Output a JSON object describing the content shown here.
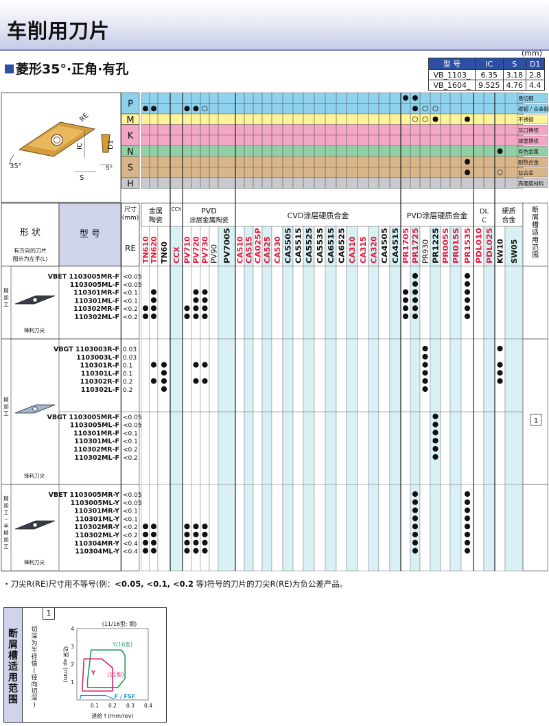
{
  "page_title": "车削用刀片",
  "subtitle": "菱形35°·正角·有孔",
  "dims_table": {
    "unit": "(mm)",
    "headers": [
      "型 号",
      "IC",
      "S",
      "D1"
    ],
    "rows": [
      [
        "VB_1103_",
        "6.35",
        "3.18",
        "2.8"
      ],
      [
        "VB_1604_",
        "9.525",
        "4.76",
        "4.4"
      ]
    ]
  },
  "diagram_labels": {
    "re": "RE",
    "ic": "IC",
    "s": "S",
    "d1": "D1",
    "angle": "35°",
    "relief": "5°"
  },
  "workpiece_groups": [
    {
      "letter": "P",
      "color": "#8fd2ee",
      "rows": [
        {
          "label": "易切钢"
        },
        {
          "label": "碳钢 / 合金钢"
        }
      ]
    },
    {
      "letter": "M",
      "color": "#fdf39a",
      "rows": [
        {
          "label": "不锈钢"
        }
      ]
    },
    {
      "letter": "K",
      "color": "#f3a6c6",
      "rows": [
        {
          "label": "灰口铸铁"
        },
        {
          "label": "球墨铸铁"
        }
      ]
    },
    {
      "letter": "N",
      "color": "#90d0a4",
      "rows": [
        {
          "label": "有色金属"
        }
      ]
    },
    {
      "letter": "S",
      "color": "#d9b58a",
      "rows": [
        {
          "label": "耐热合金"
        },
        {
          "label": "钛合金"
        }
      ]
    },
    {
      "letter": "H",
      "color": "#c9cacd",
      "rows": [
        {
          "label": "高硬度材料"
        }
      ]
    }
  ],
  "header": {
    "shape_label": "形 状",
    "shape_note": "有方向的刀片图示为左手(L)",
    "model_label": "型 号",
    "size_label": "尺寸(mm)",
    "re_label": "RE",
    "chipbreaker_range": "断屑槽适用范围",
    "categories": [
      {
        "name": "金属陶瓷"
      },
      {
        "name": "CCX"
      },
      {
        "name": "PVD 涂层金属陶瓷"
      },
      {
        "name": "CVD涂层硬质合金"
      },
      {
        "name": "PVD涂层硬质合金"
      },
      {
        "name": "DLC"
      },
      {
        "name": "硬质合金"
      }
    ]
  },
  "grades": [
    {
      "name": "TN610",
      "color": "#e8173a"
    },
    {
      "name": "TN620",
      "color": "#e8173a"
    },
    {
      "name": "TN60",
      "color": "#111111"
    },
    {
      "name": "CCX",
      "color": "#e8173a"
    },
    {
      "name": "PV710",
      "color": "#e8173a"
    },
    {
      "name": "PV720",
      "color": "#e8173a"
    },
    {
      "name": "PV730",
      "color": "#e8173a"
    },
    {
      "name": "PV90",
      "color": "#111111",
      "light": true
    },
    {
      "name": "PV7005",
      "color": "#111111"
    },
    {
      "name": "CA510",
      "color": "#e8173a"
    },
    {
      "name": "CA515",
      "color": "#e8173a"
    },
    {
      "name": "CA025P",
      "color": "#e8173a"
    },
    {
      "name": "CA525",
      "color": "#e8173a"
    },
    {
      "name": "CA530",
      "color": "#e8173a"
    },
    {
      "name": "CA5505",
      "color": "#111111"
    },
    {
      "name": "CA5515",
      "color": "#111111"
    },
    {
      "name": "CA5525",
      "color": "#111111"
    },
    {
      "name": "CA5535",
      "color": "#111111"
    },
    {
      "name": "CA6515",
      "color": "#111111"
    },
    {
      "name": "CA6525",
      "color": "#111111"
    },
    {
      "name": "CA310",
      "color": "#e8173a"
    },
    {
      "name": "CA315",
      "color": "#e8173a"
    },
    {
      "name": "CA320",
      "color": "#e8173a"
    },
    {
      "name": "CA4505",
      "color": "#111111"
    },
    {
      "name": "CA4515",
      "color": "#111111"
    },
    {
      "name": "PR1705",
      "color": "#e8173a"
    },
    {
      "name": "PR1725",
      "color": "#e8173a"
    },
    {
      "name": "PR930",
      "color": "#111111",
      "light": true
    },
    {
      "name": "PR1225",
      "color": "#111111"
    },
    {
      "name": "PR005S",
      "color": "#e8173a"
    },
    {
      "name": "PR015S",
      "color": "#e8173a"
    },
    {
      "name": "PR1535",
      "color": "#e8173a"
    },
    {
      "name": "PDL010",
      "color": "#e8173a"
    },
    {
      "name": "PDL025",
      "color": "#e8173a"
    },
    {
      "name": "KW10",
      "color": "#111111"
    },
    {
      "name": "SW05",
      "color": "#111111"
    }
  ],
  "blocks": [
    {
      "side_label": "精加工",
      "shape_caption": "锋利刀尖",
      "rows": [
        {
          "model": "VBET 1103005MR-F",
          "re": "<0.05",
          "dots": [
            26,
            31
          ]
        },
        {
          "model": "1103005ML-F",
          "re": "<0.05",
          "dots": [
            26,
            31
          ]
        },
        {
          "model": "110301MR-F",
          "re": "<0.1",
          "dots": [
            1,
            5,
            6,
            25,
            26,
            31
          ]
        },
        {
          "model": "110301ML-F",
          "re": "<0.1",
          "dots": [
            1,
            5,
            6,
            25,
            26,
            31
          ]
        },
        {
          "model": "110302MR-F",
          "re": "<0.2",
          "dots": [
            0,
            1,
            4,
            5,
            6,
            25,
            26,
            31
          ]
        },
        {
          "model": "110302ML-F",
          "re": "<0.2",
          "dots": [
            0,
            1,
            4,
            5,
            6,
            25,
            26,
            31
          ]
        }
      ]
    },
    {
      "side_label": "精加工",
      "shape_caption": "锋利刀尖",
      "rows": [
        {
          "model": "VBGT 1103003R-F",
          "re": "0.03",
          "dots": [
            27,
            34
          ]
        },
        {
          "model": "1103003L-F",
          "re": "0.03",
          "dots": [
            27
          ]
        },
        {
          "model": "110301R-F",
          "re": "0.1",
          "dots": [
            1,
            2,
            5,
            6,
            27,
            34
          ]
        },
        {
          "model": "110301L-F",
          "re": "0.1",
          "dots": [
            2,
            27,
            34
          ]
        },
        {
          "model": "110302R-F",
          "re": "0.2",
          "dots": [
            1,
            2,
            5,
            6,
            27,
            34
          ]
        },
        {
          "model": "110302L-F",
          "re": "0.2",
          "dots": [
            2,
            27
          ]
        },
        {
          "model": "VBGT 1103005MR-F",
          "re": "<0.05",
          "dots": [
            28
          ]
        },
        {
          "model": "1103005ML-F",
          "re": "<0.05",
          "dots": [
            28
          ]
        },
        {
          "model": "110301MR-F",
          "re": "<0.1",
          "dots": [
            28
          ]
        },
        {
          "model": "110301ML-F",
          "re": "<0.1",
          "dots": [
            28
          ]
        },
        {
          "model": "110302MR-F",
          "re": "<0.2",
          "dots": [
            28
          ]
        },
        {
          "model": "110302ML-F",
          "re": "<0.2",
          "dots": [
            28
          ]
        }
      ]
    },
    {
      "side_label": "精加工~半精加工",
      "shape_caption": "锋利刀尖",
      "rows": [
        {
          "model": "VBET 1103005MR-Y",
          "re": "<0.05",
          "dots": [
            26,
            31
          ]
        },
        {
          "model": "1103005ML-Y",
          "re": "<0.05",
          "dots": [
            26,
            31
          ]
        },
        {
          "model": "110301MR-Y",
          "re": "<0.1",
          "dots": [
            26,
            31
          ]
        },
        {
          "model": "110301ML-Y",
          "re": "<0.1",
          "dots": [
            26,
            31
          ]
        },
        {
          "model": "110302MR-Y",
          "re": "<0.2",
          "dots": [
            0,
            1,
            4,
            5,
            6,
            26,
            31
          ]
        },
        {
          "model": "110302ML-Y",
          "re": "<0.2",
          "dots": [
            0,
            1,
            4,
            5,
            6,
            26,
            31
          ]
        },
        {
          "model": "110304MR-Y",
          "re": "<0.4",
          "dots": [
            0,
            1,
            4,
            5,
            6,
            26,
            31
          ]
        },
        {
          "model": "110304ML-Y",
          "re": "<0.4",
          "dots": [
            0,
            1,
            4,
            5,
            6,
            26,
            31
          ]
        }
      ]
    }
  ],
  "footnote": {
    "prefix": "・刀尖R(RE)尺寸用不等号(例：",
    "examples": "<0.05, <0.1, <0.2",
    "suffix": " 等)符号的刀片的刀尖R(RE)为负公差产品。"
  },
  "chipbreaker_ref": "1",
  "chipbreaker_chart": {
    "side_title": "断屑槽适用范围",
    "number": "1",
    "note": "(11/16型: 钢)",
    "xlabel": "进给 f (mm/rev)",
    "ylabel": "切深 ap (mm)",
    "ylabel2": "切深为半径值(径向切深)",
    "x_ticks": [
      "0.1",
      "0.2",
      "0.3",
      "0.4"
    ],
    "y_ticks": [
      "1",
      "2",
      "3",
      "4"
    ],
    "region_labels": [
      {
        "text": "Y(16型)",
        "color": "#1f9c5a"
      },
      {
        "text": "Y",
        "color": "#d6246b"
      },
      {
        "text": "(11型)",
        "color": "#d6246b"
      },
      {
        "text": "F / FSF",
        "color": "#1f8fd0"
      }
    ]
  },
  "chart_data": {
    "type": "area",
    "title": "(11/16型: 钢)",
    "xlabel": "进给 f (mm/rev)",
    "ylabel": "切深 ap (mm)",
    "xlim": [
      0,
      0.4
    ],
    "ylim": [
      0,
      4
    ],
    "series": [
      {
        "name": "Y(16型)",
        "x": [
          0.06,
          0.08,
          0.25,
          0.27,
          0.27,
          0.23,
          0.06
        ],
        "y": [
          1.1,
          2.8,
          2.8,
          2.5,
          1.2,
          0.7,
          0.7
        ]
      },
      {
        "name": "Y(11型)",
        "x": [
          0.03,
          0.04,
          0.14,
          0.2,
          0.2,
          0.03
        ],
        "y": [
          0.6,
          2.3,
          2.3,
          1.8,
          0.5,
          0.5
        ]
      },
      {
        "name": "F / FSF",
        "x": [
          0.02,
          0.02,
          0.16,
          0.21
        ],
        "y": [
          0.05,
          0.25,
          0.25,
          0.05
        ]
      }
    ]
  }
}
